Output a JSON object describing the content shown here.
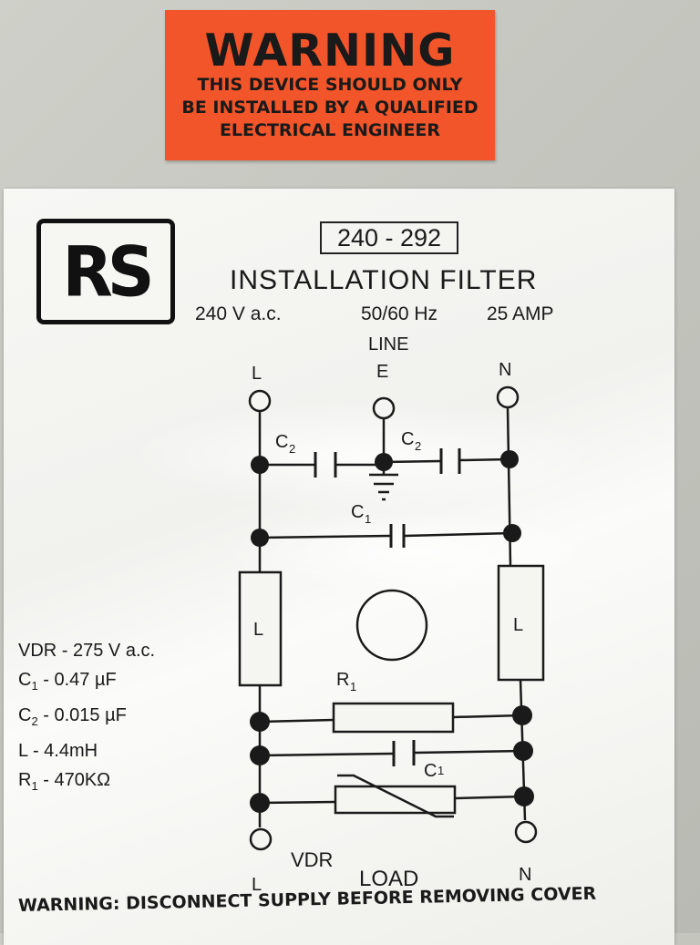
{
  "warning_label": {
    "title": "WARNING",
    "lines": [
      "THIS DEVICE SHOULD ONLY",
      "BE INSTALLED BY A QUALIFIED",
      "ELECTRICAL ENGINEER"
    ]
  },
  "plate": {
    "logo": "RS",
    "part_number": "240 - 292",
    "title": "INSTALLATION FILTER",
    "specs": {
      "voltage": "240 V a.c.",
      "frequency": "50/60 Hz",
      "current": "25 AMP"
    }
  },
  "schematic": {
    "line_label": "LINE",
    "terminals": {
      "line_l": "L",
      "line_e": "E",
      "line_n": "N",
      "load_l": "L",
      "load_n": "N"
    },
    "components": {
      "c2_left": "C",
      "c2_left_sub": "2",
      "c2_right": "C",
      "c2_right_sub": "2",
      "c1_top": "C",
      "c1_top_sub": "1",
      "inductor_left": "L",
      "inductor_right": "L",
      "r1": "R",
      "r1_sub": "1",
      "c1_bottom": "C",
      "c1_bottom_sub": "1",
      "vdr": "VDR"
    },
    "load_label": "LOAD"
  },
  "component_values": [
    {
      "name": "VDR",
      "value": " - 275 V a.c."
    },
    {
      "name": "C",
      "sub": "1",
      "value": " - 0.47 µF"
    },
    {
      "name": "C",
      "sub": "2",
      "value": " - 0.015 µF"
    },
    {
      "name": "L",
      "value": " - 4.4mH"
    },
    {
      "name": "R",
      "sub": "1",
      "value": " - 470KΩ"
    }
  ],
  "bottom_warning": "WARNING: DISCONNECT SUPPLY BEFORE REMOVING COVER"
}
